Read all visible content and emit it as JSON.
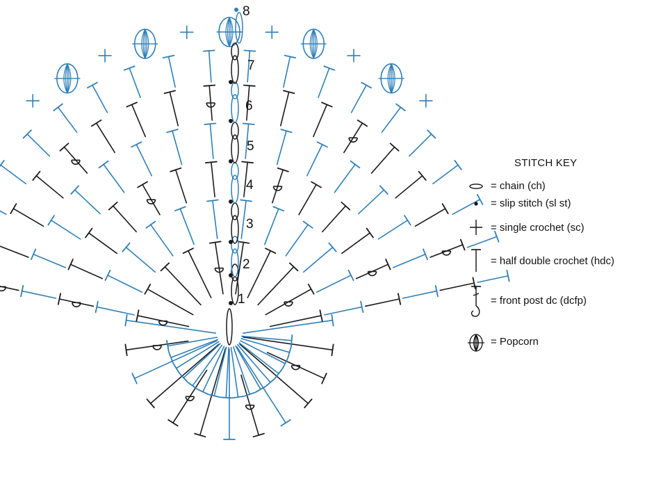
{
  "diagram": {
    "row_numbers": [
      "1",
      "2",
      "3",
      "4",
      "5",
      "6",
      "7",
      "8"
    ],
    "colors": {
      "dark_rounds": "#1a1a1a",
      "blue_rounds": "#2f7fb8"
    }
  },
  "key": {
    "title": "STITCH KEY",
    "items": [
      {
        "icon": "chain-icon",
        "label": "= chain (ch)"
      },
      {
        "icon": "slip-stitch-icon",
        "label": "= slip stitch (sl st)"
      },
      {
        "icon": "single-crochet-icon",
        "label": "= single crochet (sc)"
      },
      {
        "icon": "half-double-crochet-icon",
        "label": "= half double crochet (hdc)"
      },
      {
        "icon": "front-post-dc-icon",
        "label": "= front post dc (dcfp)"
      },
      {
        "icon": "popcorn-icon",
        "label": "= Popcorn"
      }
    ]
  }
}
